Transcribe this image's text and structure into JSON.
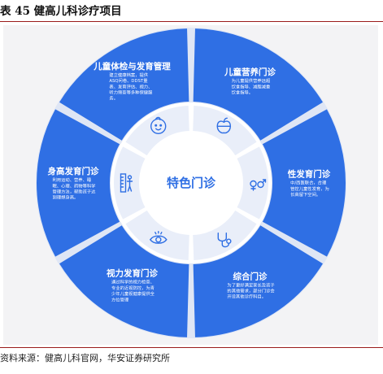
{
  "header": {
    "title": "表 45 健高儿科诊疗项目"
  },
  "diagram": {
    "center_label": "特色门诊",
    "colors": {
      "primary": "#2f6fe4",
      "ring_bg": "#e9eef9",
      "icon_stroke": "#2f6fe4"
    },
    "segments": [
      {
        "title": "儿童营养门诊",
        "icon": "apple-icon",
        "description": [
          "为儿童提供营养远超",
          "饮食指导、减脂减重",
          "饮食指导。"
        ]
      },
      {
        "title": "性发育门诊",
        "icon": "gender-icon",
        "description": [
          "中/西医联合，合理",
          "管控儿童性发育，为",
          "长高留下空间。"
        ]
      },
      {
        "title": "综合门诊",
        "icon": "stethoscope-icon",
        "description": [
          "为了更好满足家长及孩子",
          "的其他需求，部分门诊会",
          "开设其他诊疗科目。"
        ]
      },
      {
        "title": "视力发育门诊",
        "icon": "eye-icon",
        "description": [
          "通过科学的视力检查、",
          "专业的近视防控，为青",
          "少年儿童视健康提供全",
          "方位管理"
        ]
      },
      {
        "title": "身高发育门诊",
        "icon": "height-ruler-icon",
        "description": [
          "利用运动、营养、睡",
          "眠、心理、药物等科学",
          "管理方法，帮助孩子达",
          "到理想身高。"
        ]
      },
      {
        "title": "儿童体检与发育管理",
        "icon": "baby-face-icon",
        "description": [
          "建立健康档案，提供",
          "ASQ问卷、DDST量",
          "表、发育评估、视力、",
          "听力筛查等多种保健服",
          "务。"
        ]
      }
    ]
  },
  "source_note": "资料来源：健高儿科官网，华安证券研究所"
}
